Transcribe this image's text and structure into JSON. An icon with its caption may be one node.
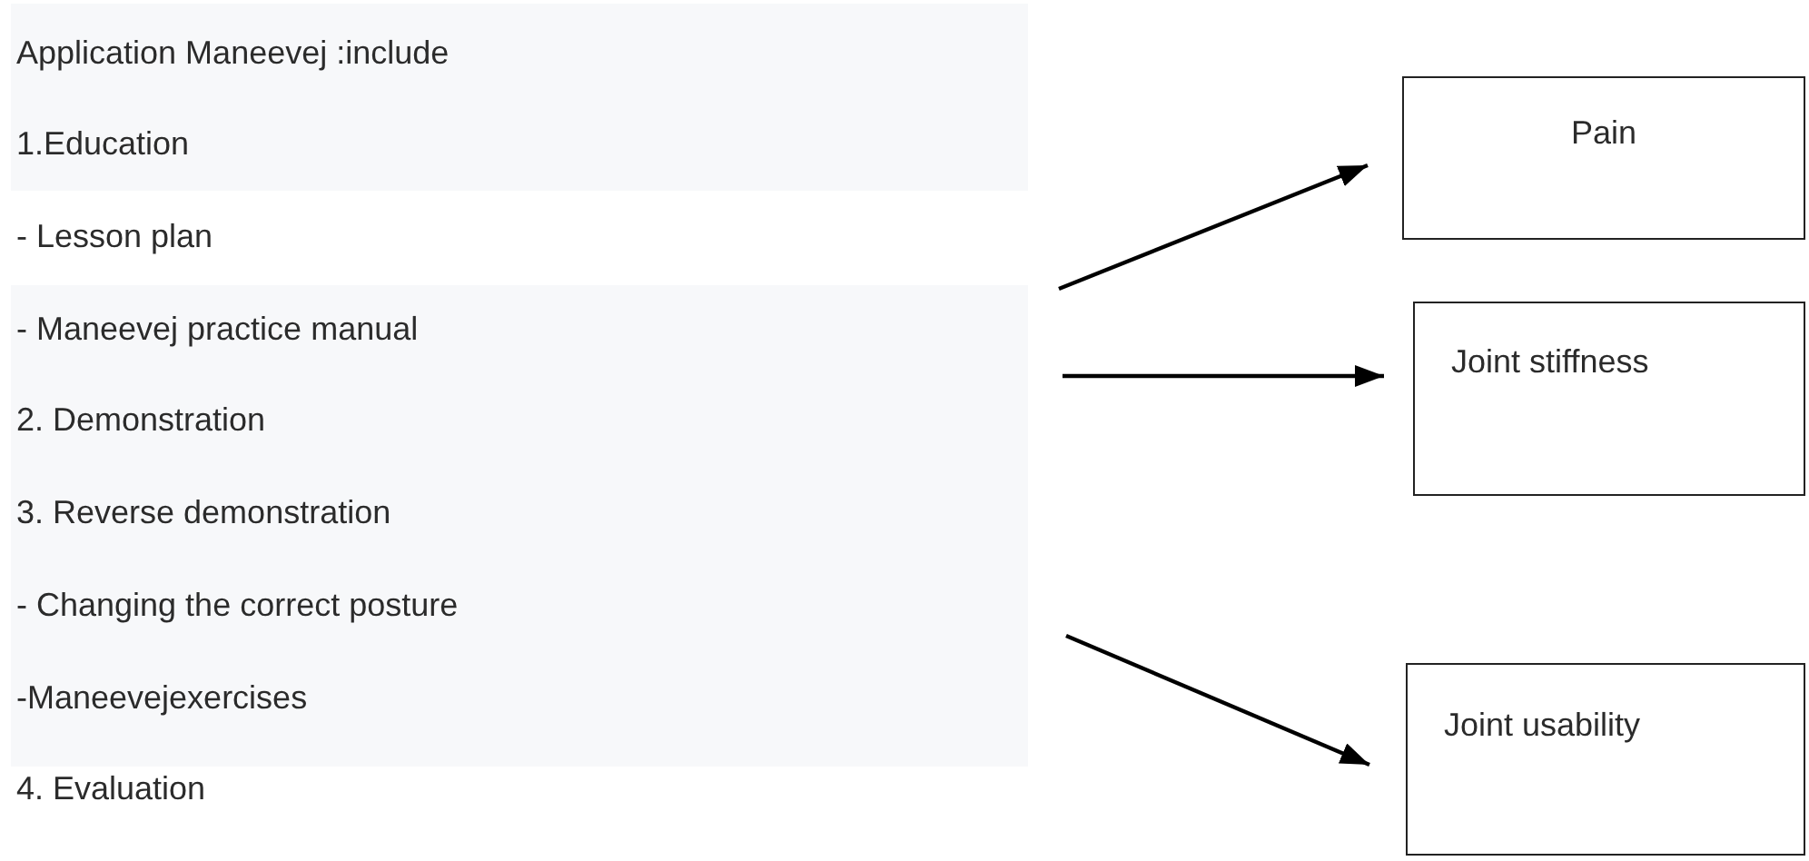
{
  "diagram": {
    "nodes": [
      {
        "text": [
          "Pain"
        ]
      },
      {
        "text": [
          "Joint stiffness"
        ]
      },
      {
        "text": [
          "Joint usability"
        ]
      }
    ],
    "edges": [
      {
        "from": null,
        "to": 0,
        "arrow": "to"
      },
      {
        "from": null,
        "to": 1,
        "arrow": "to"
      },
      {
        "from": null,
        "to": 2,
        "arrow": "to"
      }
    ],
    "labels": [
      "Application Maneevej :include",
      "1.Education",
      "- Lesson plan",
      "- Maneevej practice manual",
      "2. Demonstration",
      "3. Reverse demonstration",
      "- Changing the correct posture",
      "-Maneevejexercises",
      "4. Evaluation"
    ]
  }
}
